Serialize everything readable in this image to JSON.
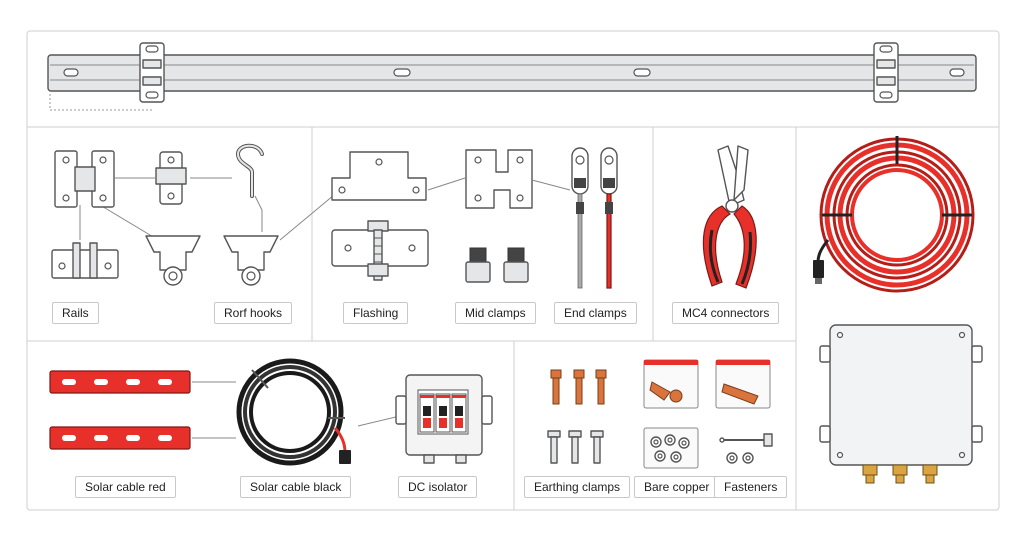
{
  "labels": {
    "rails": "Rails",
    "roof_hooks": "Rorf hooks",
    "flashing": "Flashing",
    "mid_clamps": "Mid clamps",
    "end_clamps": "End clamps",
    "mc4_connectors": "MC4 connectors",
    "solar_cable_red": "Solar cable red",
    "solar_cable_black": "Solar cable black",
    "dc_isolator": "DC isolator",
    "earthing_clamps": "Earthing clamps",
    "bare_copper": "Bare copper",
    "fasteners": "Fasteners"
  },
  "colors": {
    "accent_red": "#e8302a",
    "metal": "#e4e6e8",
    "outline": "#555555",
    "copper": "#d8743c",
    "brass": "#d9a441",
    "panel_border": "#cfcfcf"
  },
  "icons": {
    "rail": "din-rail-icon",
    "hinge": "hinge-bracket-icon",
    "hook": "roof-hook-icon",
    "pliers": "crimping-pliers-icon",
    "coil": "cable-coil-icon",
    "isolator": "dc-isolator-icon",
    "box": "junction-box-icon"
  }
}
